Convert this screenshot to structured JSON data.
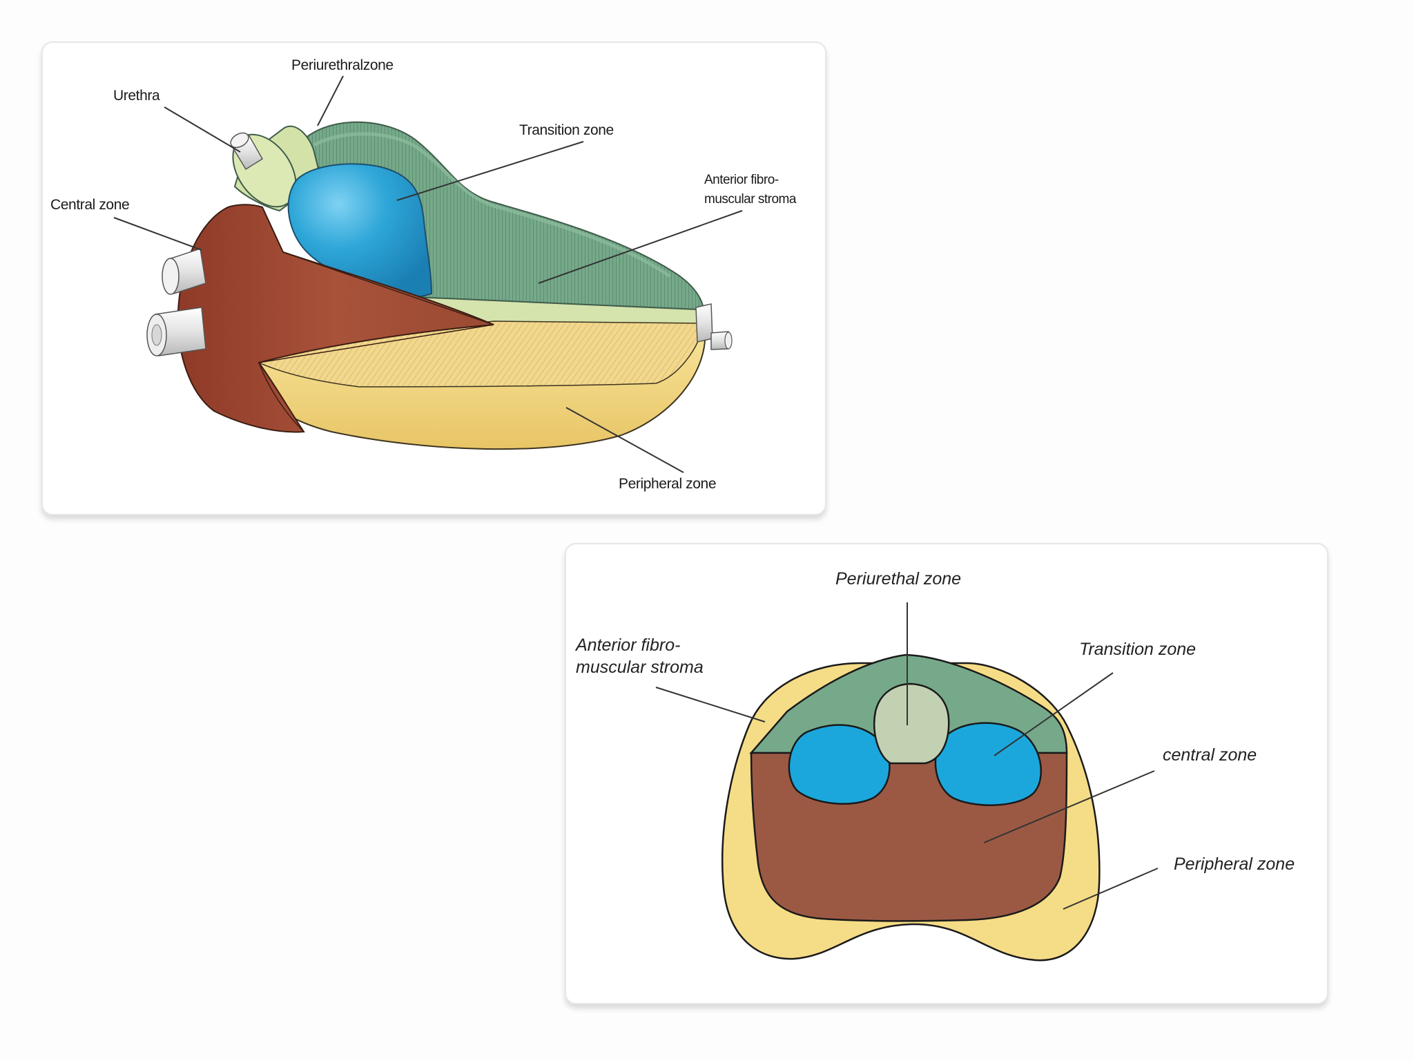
{
  "diagram_3d": {
    "labels": {
      "periurethral": "Periurethralzone",
      "urethra": "Urethra",
      "transition": "Transition zone",
      "anterior_line1": "Anterior fibro-",
      "anterior_line2": "muscular stroma",
      "central": "Central zone",
      "peripheral": "Peripheral zone"
    }
  },
  "diagram_cross_section": {
    "labels": {
      "periurethral": "Periurethal zone",
      "anterior_line1": "Anterior fibro-",
      "anterior_line2": "muscular stroma",
      "transition": "Transition zone",
      "central": "central zone",
      "peripheral": "Peripheral zone"
    }
  },
  "colors": {
    "anterior_stroma": "#76a98a",
    "periurethral": "#d5e3ad",
    "transition": "#1ba7dc",
    "central": "#9b4a33",
    "peripheral": "#f5dc86",
    "pale_periurethral": "#c3d1b3"
  }
}
